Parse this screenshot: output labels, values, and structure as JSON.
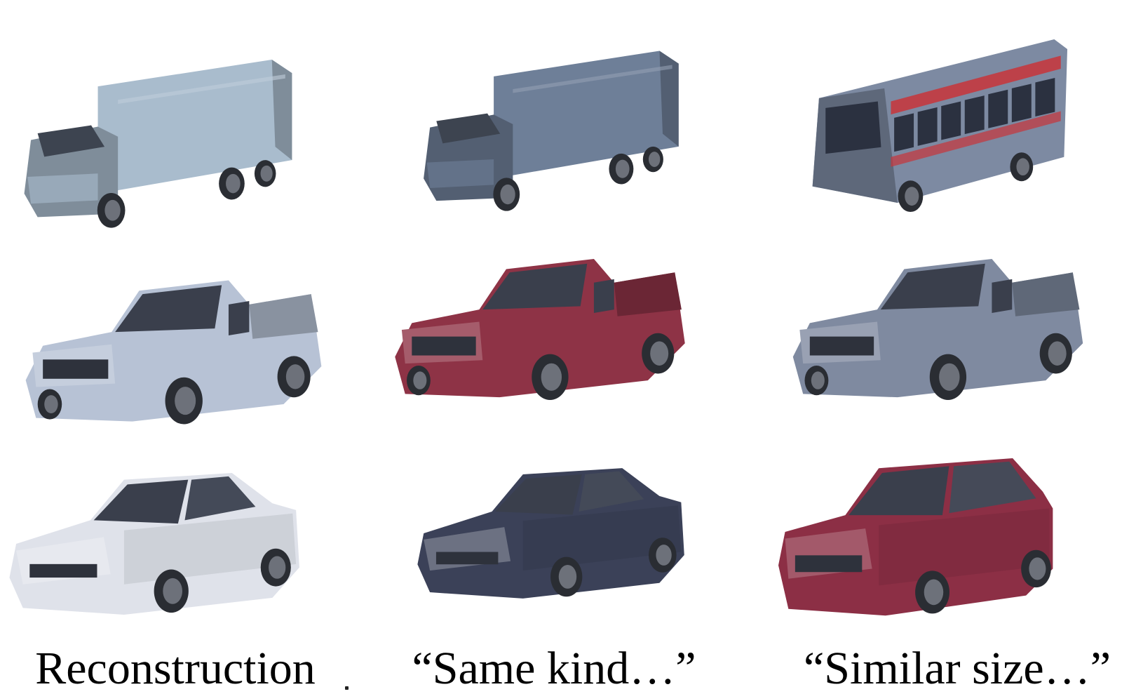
{
  "captions": [
    "Reconstruction",
    "“Same kind…”",
    "“Similar size…”"
  ],
  "columns": [
    "reconstruction",
    "same-kind",
    "similar-size"
  ],
  "rows": [
    {
      "name": "truck-row",
      "cells": [
        {
          "type": "box-truck",
          "color": "#a9bccd"
        },
        {
          "type": "box-truck",
          "color": "#6e7f98"
        },
        {
          "type": "bus",
          "color": "#7d8aa2",
          "accent": "#c8343a"
        }
      ]
    },
    {
      "name": "pickup-row",
      "cells": [
        {
          "type": "pickup",
          "color": "#b7c2d5"
        },
        {
          "type": "pickup",
          "color": "#8e3346"
        },
        {
          "type": "pickup",
          "color": "#7f8aa0"
        }
      ]
    },
    {
      "name": "sedan-row",
      "cells": [
        {
          "type": "sedan",
          "color": "#dfe2ea"
        },
        {
          "type": "sedan",
          "color": "#3b4158"
        },
        {
          "type": "suv",
          "color": "#8c2f45"
        }
      ]
    }
  ]
}
